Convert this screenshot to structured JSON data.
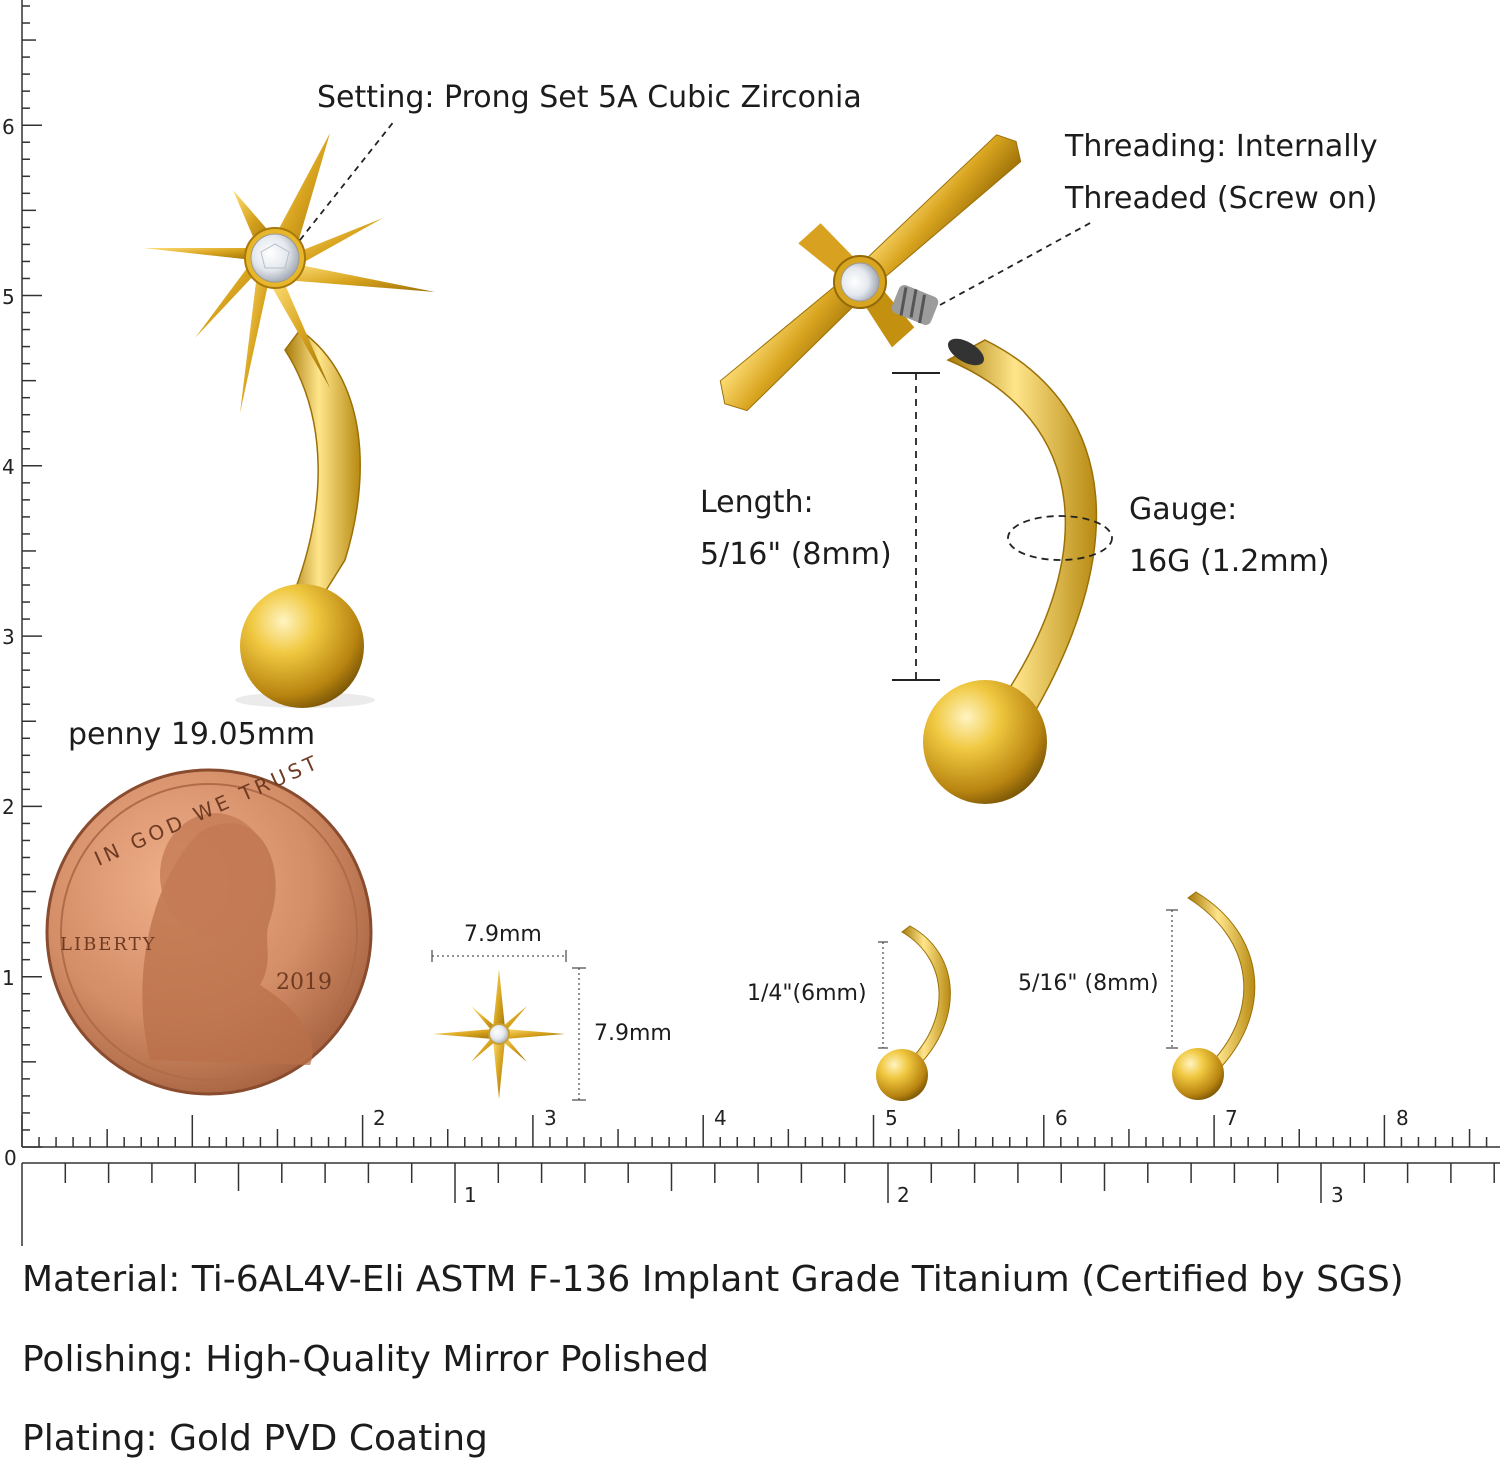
{
  "colors": {
    "gold": "#e3b422",
    "gold_dark": "#b8860b",
    "gold_light": "#fbe08a",
    "copper": "#c8825c",
    "ruler": "#333333"
  },
  "callouts": {
    "setting": "Setting: Prong Set 5A Cubic Zirconia",
    "threading_line1": "Threading: Internally",
    "threading_line2": "Threaded (Screw on)",
    "length_line1": "Length:",
    "length_line2": "5/16\" (8mm)",
    "gauge_line1": "Gauge:",
    "gauge_line2": "16G (1.2mm)",
    "penny": "penny 19.05mm"
  },
  "coin": {
    "motto": "IN GOD WE TRUST",
    "word": "LIBERTY",
    "year": "2019"
  },
  "mini": {
    "star_width": "7.9mm",
    "star_height": "7.9mm",
    "bar_short": "1/4\"(6mm)",
    "bar_long": "5/16\" (8mm)"
  },
  "rulers": {
    "vertical_labels": [
      "1",
      "2",
      "3",
      "4",
      "5",
      "6"
    ],
    "origin": "0",
    "cm_labels": [
      "2",
      "3",
      "4",
      "5",
      "6",
      "7",
      "8"
    ],
    "inch_labels": [
      "1",
      "2",
      "3"
    ]
  },
  "specs": {
    "material": "Material: Ti-6AL4V-Eli ASTM F-136 Implant Grade Titanium (Certified by SGS)",
    "polishing": "Polishing: High-Quality Mirror Polished",
    "plating": "Plating: Gold PVD Coating"
  }
}
